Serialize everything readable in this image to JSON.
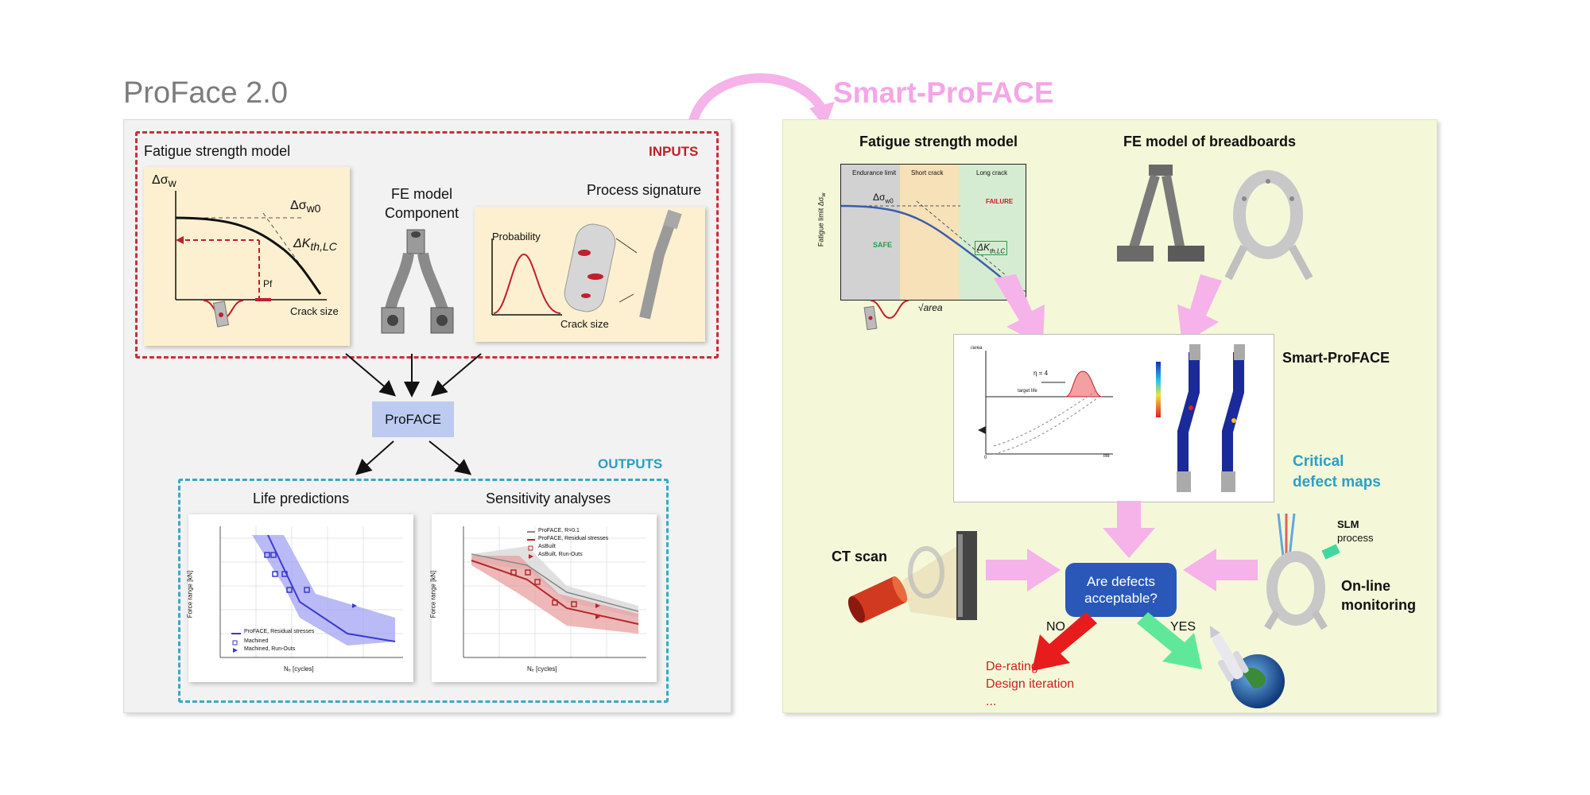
{
  "titles": {
    "left": "ProFace 2.0",
    "right": "Smart-ProFACE"
  },
  "left": {
    "inputs_label": "INPUTS",
    "outputs_label": "OUTPUTS",
    "fatigue_title": "Fatigue strength model",
    "fatigue_chart": {
      "y_axis": "Δσ",
      "y_axis_sub": "w",
      "dsigma0": "Δσ",
      "dsigma0_sub": "w0",
      "dk": "ΔK",
      "dk_sub": "th,LC",
      "pf": "Pf",
      "x_axis": "Crack size"
    },
    "fe_title_1": "FE model",
    "fe_title_2": "Component",
    "process_title": "Process signature",
    "process_chart": {
      "y_axis": "Probability",
      "x_axis": "Crack size"
    },
    "proface_box": "ProFACE",
    "life_title": "Life predictions",
    "sensitivity_title": "Sensitivity analyses",
    "life_chart": {
      "ylabel": "Force range [kN]",
      "xlabel": "Nₑ [cycles]",
      "legend": [
        "ProFACE, Residual stresses",
        "Machined",
        "Machined, Run-Outs"
      ]
    },
    "sens_chart": {
      "ylabel": "Force range [kN]",
      "xlabel": "Nₑ [cycles]",
      "legend": [
        "ProFACE, R=0.1",
        "ProFACE, Residual stresses",
        "AsBuilt",
        "AsBuilt, Run-Outs"
      ]
    }
  },
  "right": {
    "fatigue_title": "Fatigue strength model",
    "fatigue_chart": {
      "zones": [
        "Endurance limit",
        "Short crack",
        "Long crack"
      ],
      "y_axis": "Fatigue limit Δσ",
      "y_axis_sub": "w",
      "dsigma0": "Δσ",
      "dsigma0_sub": "w0",
      "safe": "SAFE",
      "failure": "FAILURE",
      "dk": "ΔK",
      "dk_sub": "th,LC",
      "x_axis": "√area"
    },
    "fe_title": "FE model of breadboards",
    "smart_label": "Smart-ProFACE",
    "critical_1": "Critical",
    "critical_2": "defect maps",
    "inner_chart": {
      "eta": "η = 4",
      "target": "target life",
      "y_axis": "√area",
      "x_axis": "life",
      "zero": "0"
    },
    "ct_scan": "CT scan",
    "defects_1": "Are defects",
    "defects_2": "acceptable?",
    "slm_1": "SLM",
    "slm_2": "process",
    "online_1": "On-line",
    "online_2": "monitoring",
    "no": "NO",
    "yes": "YES",
    "derating_1": "De-rating",
    "derating_2": "Design iteration",
    "derating_3": "..."
  },
  "colors": {
    "pink_arrow": "#f5b3ea",
    "red": "#c0202b",
    "cyan": "#3aa9c6",
    "blue_box": "#2a58b8",
    "no_arrow": "#e81c1c",
    "yes_arrow": "#5fe89a"
  }
}
